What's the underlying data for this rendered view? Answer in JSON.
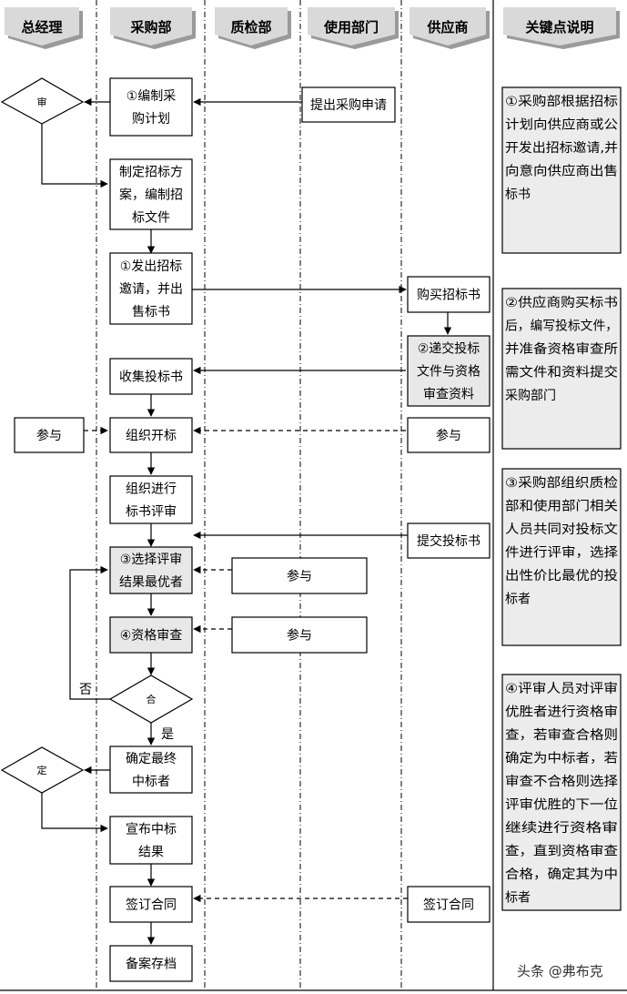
{
  "lanes": [
    {
      "id": "gm",
      "label": "总经理"
    },
    {
      "id": "purchasing",
      "label": "采购部"
    },
    {
      "id": "qc",
      "label": "质检部"
    },
    {
      "id": "user_dept",
      "label": "使用部门"
    },
    {
      "id": "supplier",
      "label": "供应商"
    },
    {
      "id": "notes",
      "label": "关键点说明"
    }
  ],
  "nodes": {
    "gm_approve_1": {
      "label": "审"
    },
    "plan": {
      "lines": [
        "①编制采",
        "购计划"
      ]
    },
    "request": {
      "lines": [
        "提出采购申请"
      ]
    },
    "scheme": {
      "lines": [
        "制定招标方",
        "案，编制招",
        "标文件"
      ]
    },
    "invite": {
      "lines": [
        "①发出招标",
        "邀请，并出",
        "售标书"
      ]
    },
    "buy": {
      "lines": [
        "购买招标书"
      ]
    },
    "submit": {
      "lines": [
        "②递交投标",
        "文件与资格",
        "审查资料"
      ]
    },
    "collect": {
      "lines": [
        "收集投标书"
      ]
    },
    "gm_participate": {
      "lines": [
        "参与"
      ]
    },
    "open": {
      "lines": [
        "组织开标"
      ]
    },
    "supplier_participate": {
      "lines": [
        "参与"
      ]
    },
    "review": {
      "lines": [
        "组织进行",
        "标书评审"
      ]
    },
    "submit_bid": {
      "lines": [
        "提交投标书"
      ]
    },
    "select": {
      "lines": [
        "③选择评审",
        "结果最优者"
      ]
    },
    "qc_participate_1": {
      "lines": [
        "参与"
      ]
    },
    "qualify": {
      "lines": [
        "④资格审查"
      ]
    },
    "qc_participate_2": {
      "lines": [
        "参与"
      ]
    },
    "decision": {
      "label": "合"
    },
    "no_label": "否",
    "yes_label": "是",
    "confirm": {
      "lines": [
        "确定最终",
        "中标者"
      ]
    },
    "gm_approve_2": {
      "label": "定"
    },
    "announce": {
      "lines": [
        "宣布中标",
        "结果"
      ]
    },
    "sign": {
      "lines": [
        "签订合同"
      ]
    },
    "supplier_sign": {
      "lines": [
        "签订合同"
      ]
    },
    "archive": {
      "lines": [
        "备案存档"
      ]
    }
  },
  "notes": [
    {
      "lines": [
        "①采购部根据招标",
        "计划向供应商或公",
        "开发出招标邀请,并",
        "向意向供应商出售",
        "标书"
      ]
    },
    {
      "lines": [
        "②供应商购买标书",
        "后，编写投标文件，",
        "并准备资格审查所",
        "需文件和资料提交",
        "采购部门"
      ]
    },
    {
      "lines": [
        "③采购部组织质检",
        "部和使用部门相关",
        "人员共同对投标文",
        "件进行评审，选择",
        "出性价比最优的投",
        "标者"
      ]
    },
    {
      "lines": [
        "④评审人员对评审",
        "优胜者进行资格审",
        "查，若审查合格则",
        "确定为中标者，若",
        "审查不合格则选择",
        "评审优胜的下一位",
        "继续进行资格审",
        "查，直到资格审查",
        "合格，确定其为中",
        "标者"
      ]
    }
  ],
  "watermark": "头条 @弗布克"
}
